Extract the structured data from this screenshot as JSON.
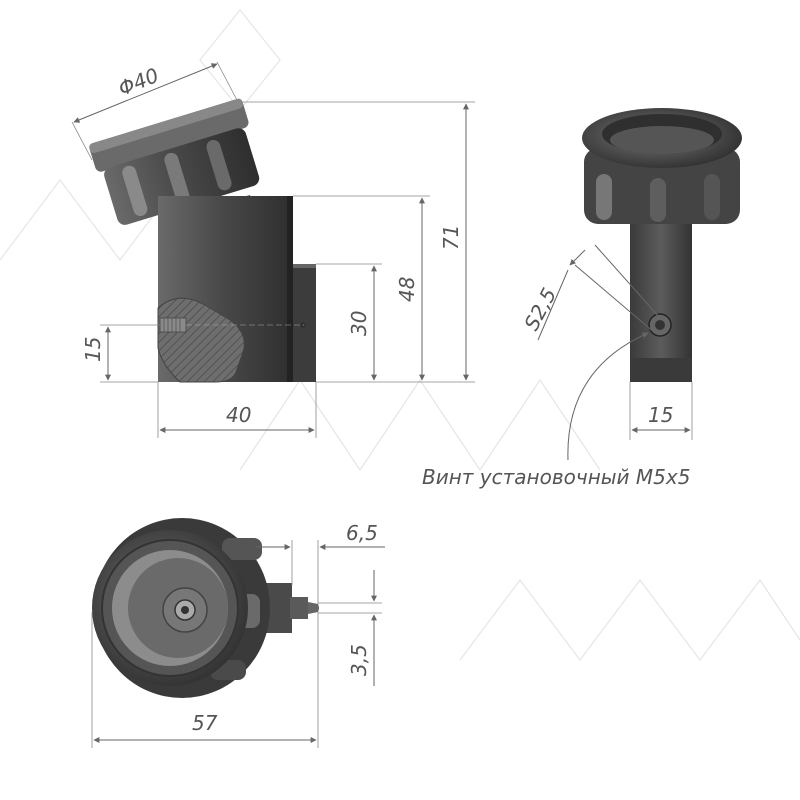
{
  "dimensions": {
    "diameter": "Φ40",
    "height_total": "71",
    "height_body": "48",
    "height_tab": "30",
    "height_screw": "15",
    "width_body": "40",
    "width_stem": "15",
    "socket": "S2,5",
    "pin_length": "6,5",
    "pin_diameter": "3,5",
    "width_overall": "57"
  },
  "callout": {
    "label": "Винт установочный М5х5"
  },
  "colors": {
    "part_dark": "#3f3f3f",
    "part_mid": "#5a5a5a",
    "part_light": "#8a8a8a",
    "section_hatch": "#6e6e6e",
    "dimension": "#666666"
  }
}
